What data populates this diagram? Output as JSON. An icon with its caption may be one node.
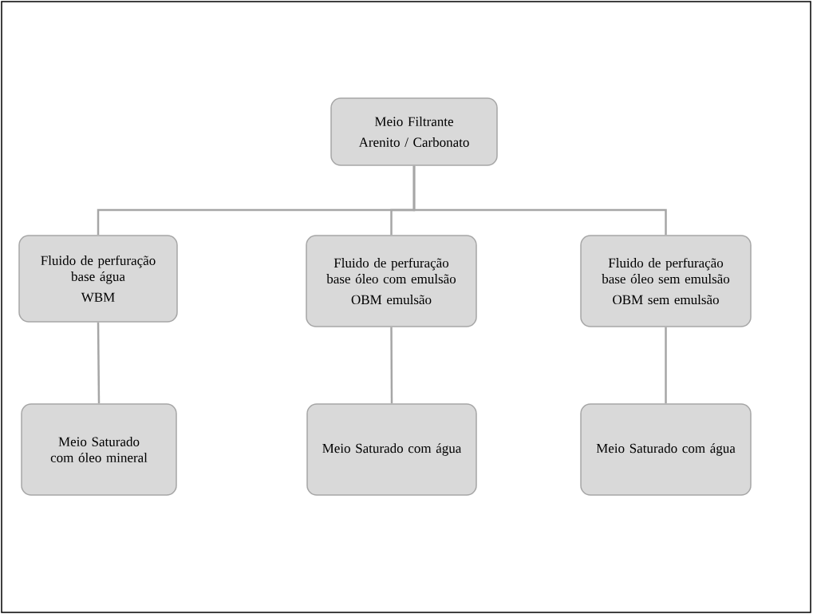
{
  "diagram": {
    "nodes": [
      {
        "text": [
          "Meio Filtrante",
          "Arenito / Carbonato"
        ]
      },
      {
        "text": [
          "Fluido de perfuração base água",
          "WBM"
        ]
      },
      {
        "text": [
          "Fluido de perfuração base óleo com emulsão",
          "OBM emulsão"
        ]
      },
      {
        "text": [
          "Fluido de perfuração base óleo sem emulsão",
          "OBM sem emulsão"
        ]
      },
      {
        "text": [
          "Meio Saturado com óleo mineral"
        ]
      },
      {
        "text": [
          "Meio Saturado com água"
        ]
      },
      {
        "text": [
          "Meio Saturado com água"
        ]
      }
    ],
    "edges": [
      {
        "from": 0,
        "to": 1,
        "arrow": "none"
      },
      {
        "from": 0,
        "to": 2,
        "arrow": "none"
      },
      {
        "from": 0,
        "to": 3,
        "arrow": "none"
      },
      {
        "from": 1,
        "to": 4,
        "arrow": "none"
      },
      {
        "from": 2,
        "to": 5,
        "arrow": "none"
      },
      {
        "from": 3,
        "to": 6,
        "arrow": "none"
      }
    ]
  }
}
